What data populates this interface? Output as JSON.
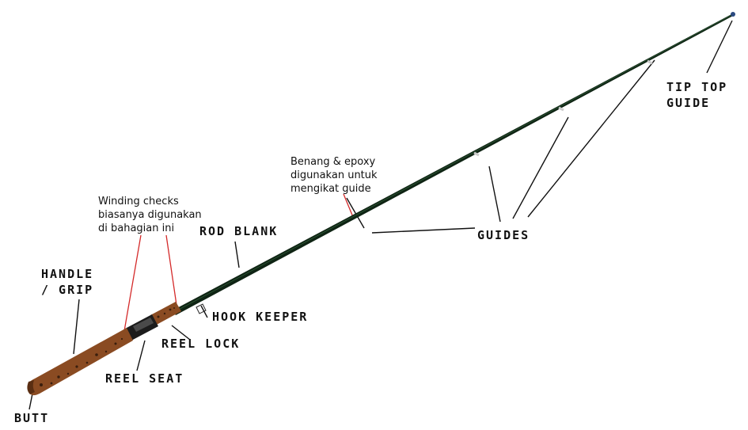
{
  "labels": {
    "tip_top_guide": [
      "TIP TOP",
      "GUIDE"
    ],
    "guides": "GUIDES",
    "rod_blank": "ROD BLANK",
    "handle_grip": [
      "HANDLE",
      "/ GRIP"
    ],
    "hook_keeper": "HOOK KEEPER",
    "reel_lock": "REEL LOCK",
    "reel_seat": "REEL SEAT",
    "butt": "BUTT"
  },
  "notes": {
    "thread_epoxy": [
      "Benang & epoxy",
      "digunakan untuk",
      "mengikat guide"
    ],
    "winding_checks": [
      "Winding checks",
      "biasanya digunakan",
      "di bahagian ini"
    ]
  },
  "colors": {
    "label_text": "#111111",
    "leader_line": "#111111",
    "accent_leader": "#d42a2a",
    "rod_blank": "#0f2414",
    "cork": "#8a4b22",
    "reel_seat": "#1c1c1c"
  }
}
